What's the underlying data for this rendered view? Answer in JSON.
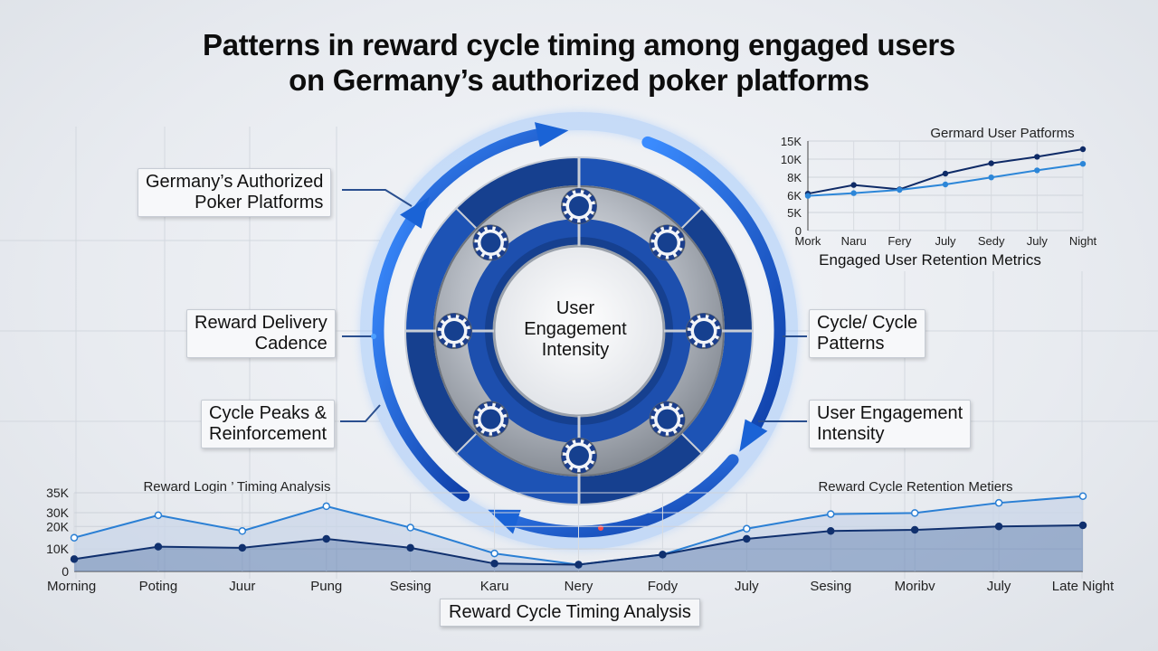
{
  "title_line1": "Patterns in reward cycle timing among engaged users",
  "title_line2": "on Germany’s authorized poker platforms",
  "diagram": {
    "center_label": [
      "User",
      "Engagement",
      "Intensity"
    ],
    "left_labels": [
      [
        "Germany’s Authorized",
        "Poker Platforms"
      ],
      [
        "Reward Delivery",
        "Cadence"
      ],
      [
        "Cycle Peaks &",
        "Reinforcement"
      ]
    ],
    "right_labels": [
      [
        "Cycle/ Cycle",
        "Patterns"
      ],
      [
        "User Engagement",
        "Intensity"
      ]
    ],
    "colors": {
      "ring_dark": "#0e2f7a",
      "ring_mid": "#1f56b8",
      "arrow": "#1a63d6",
      "steel": "#b9bec6"
    }
  },
  "chart_data": [
    {
      "type": "line",
      "title": "Germard User Patforms",
      "xlabel": "Engaged User Retention Metrics",
      "categories": [
        "Mork",
        "Naru",
        "Fery",
        "July",
        "Sedy",
        "July",
        "Night"
      ],
      "y_ticks": [
        "15K",
        "10K",
        "8K",
        "6K",
        "5K",
        "0"
      ],
      "series": [
        {
          "values": [
            6800,
            8400,
            7600,
            10500,
            12400,
            13600,
            15000
          ],
          "color": "#0e2a66"
        },
        {
          "values": [
            6400,
            6900,
            7500,
            8500,
            9800,
            11100,
            12300
          ],
          "color": "#2c86d8"
        }
      ]
    },
    {
      "type": "area",
      "title_left": "Reward Login ’ Timing Analysis",
      "title_right": "Reward Cycle Retention Metiers",
      "xlabel": "Reward Cycle Timing Analysis",
      "categories": [
        "Morning",
        "Poting",
        "Juur",
        "Pung",
        "Sesing",
        "Karu",
        "Nery",
        "Fody",
        "July",
        "Sesing",
        "Moribv",
        "July",
        "Late Night"
      ],
      "y_ticks": [
        "35K",
        "30K",
        "20K",
        "10K",
        "0"
      ],
      "ylim": [
        0,
        35000
      ],
      "series": [
        {
          "values": [
            15000,
            25000,
            18000,
            29000,
            19500,
            8000,
            3000,
            7500,
            19000,
            25500,
            26000,
            30500,
            33500
          ],
          "color": "#2a7fd4"
        },
        {
          "values": [
            5500,
            11000,
            10500,
            14500,
            10500,
            3500,
            3000,
            7500,
            14500,
            18000,
            18500,
            20000,
            20500
          ],
          "color": "#10306e"
        }
      ]
    }
  ]
}
